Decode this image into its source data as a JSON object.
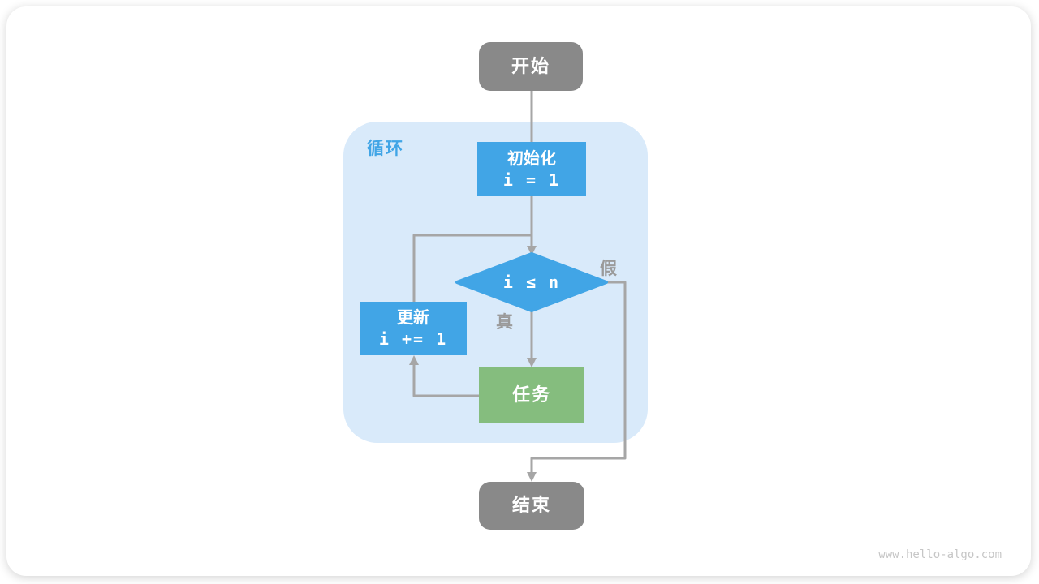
{
  "diagram": {
    "loop_label": "循环",
    "nodes": {
      "start": {
        "label": "开始"
      },
      "init": {
        "title": "初始化",
        "code": "i = 1"
      },
      "condition": {
        "code": "i ≤ n"
      },
      "update": {
        "title": "更新",
        "code": "i += 1"
      },
      "task": {
        "label": "任务"
      },
      "end": {
        "label": "结束"
      }
    },
    "edge_labels": {
      "true": "真",
      "false": "假"
    },
    "watermark": "www.hello-algo.com",
    "colors": {
      "accent_blue": "#41a5e6",
      "task_green": "#85bd7e",
      "terminal_gray": "#898989",
      "loop_background": "#d9eafa",
      "connector_gray": "#a6a6a6",
      "edge_label_gray": "#9a9a9a"
    }
  }
}
